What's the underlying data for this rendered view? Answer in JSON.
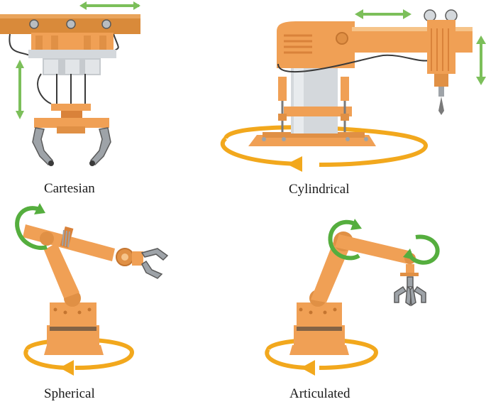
{
  "labels": {
    "cartesian": "Cartesian",
    "cylindrical": "Cylindrical",
    "spherical": "Spherical",
    "articulated": "Articulated"
  },
  "colors": {
    "arm_orange": "#F0A055",
    "arm_dark": "#D9823A",
    "arm_light": "#F6C48A",
    "rail": "#D98A3A",
    "metal": "#9EA3A8",
    "metal_light": "#D4D8DC",
    "motion_green": "#7CBF5A",
    "rotation_green": "#55AE3E",
    "rotation_orange": "#F2A81D",
    "cable": "#3A3A3A"
  },
  "icons": [
    "double-arrow-icon",
    "rotation-arrow-icon",
    "gripper-icon",
    "drill-icon"
  ]
}
